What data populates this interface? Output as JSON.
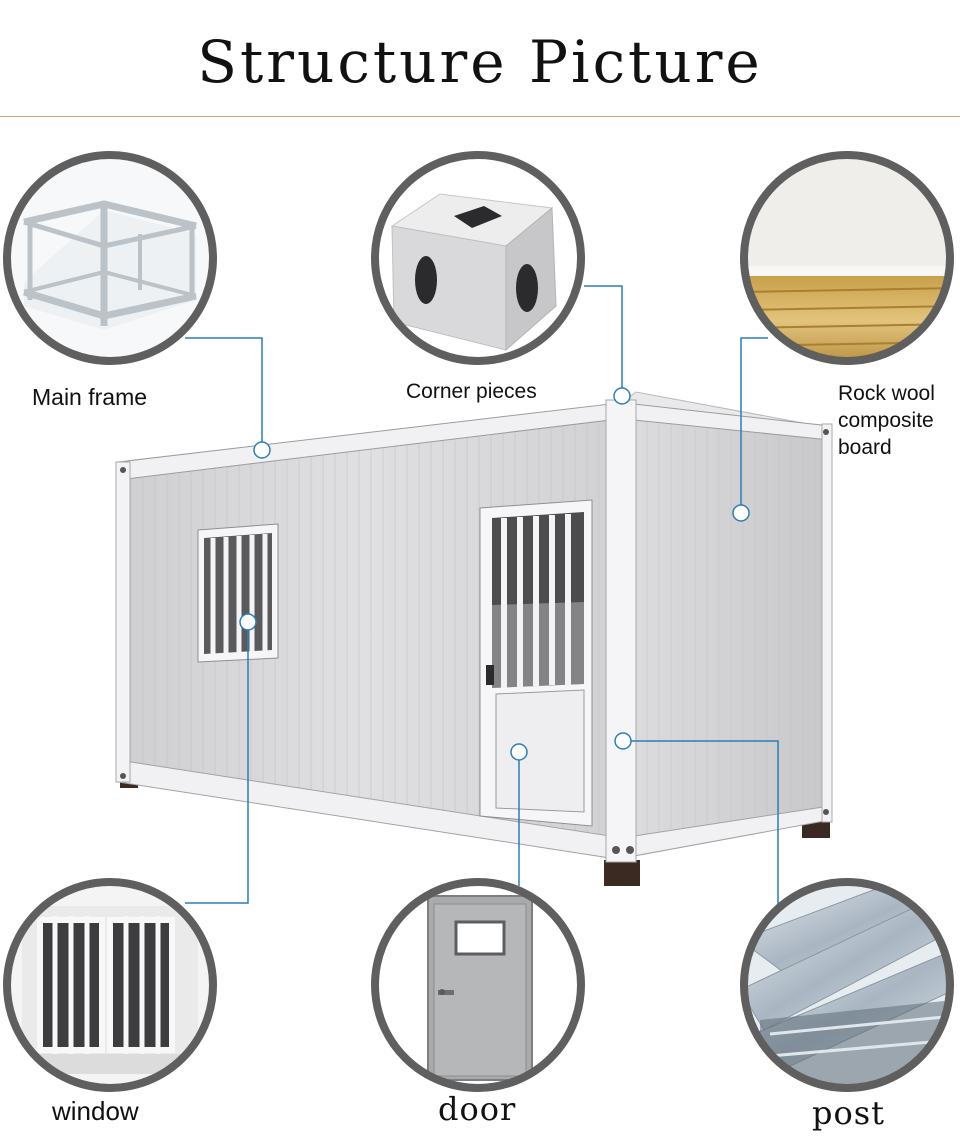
{
  "title": "Structure Picture",
  "labels": {
    "main_frame": "Main frame",
    "corner_pieces": "Corner pieces",
    "rock_wool": [
      "Rock wool",
      "composite",
      "board"
    ],
    "window": "window",
    "door": "door",
    "post": "post"
  },
  "colors": {
    "leader_line": "#2a7fb8",
    "circle_border": "#5f5f5f",
    "title_rule": "#c9a56a"
  }
}
